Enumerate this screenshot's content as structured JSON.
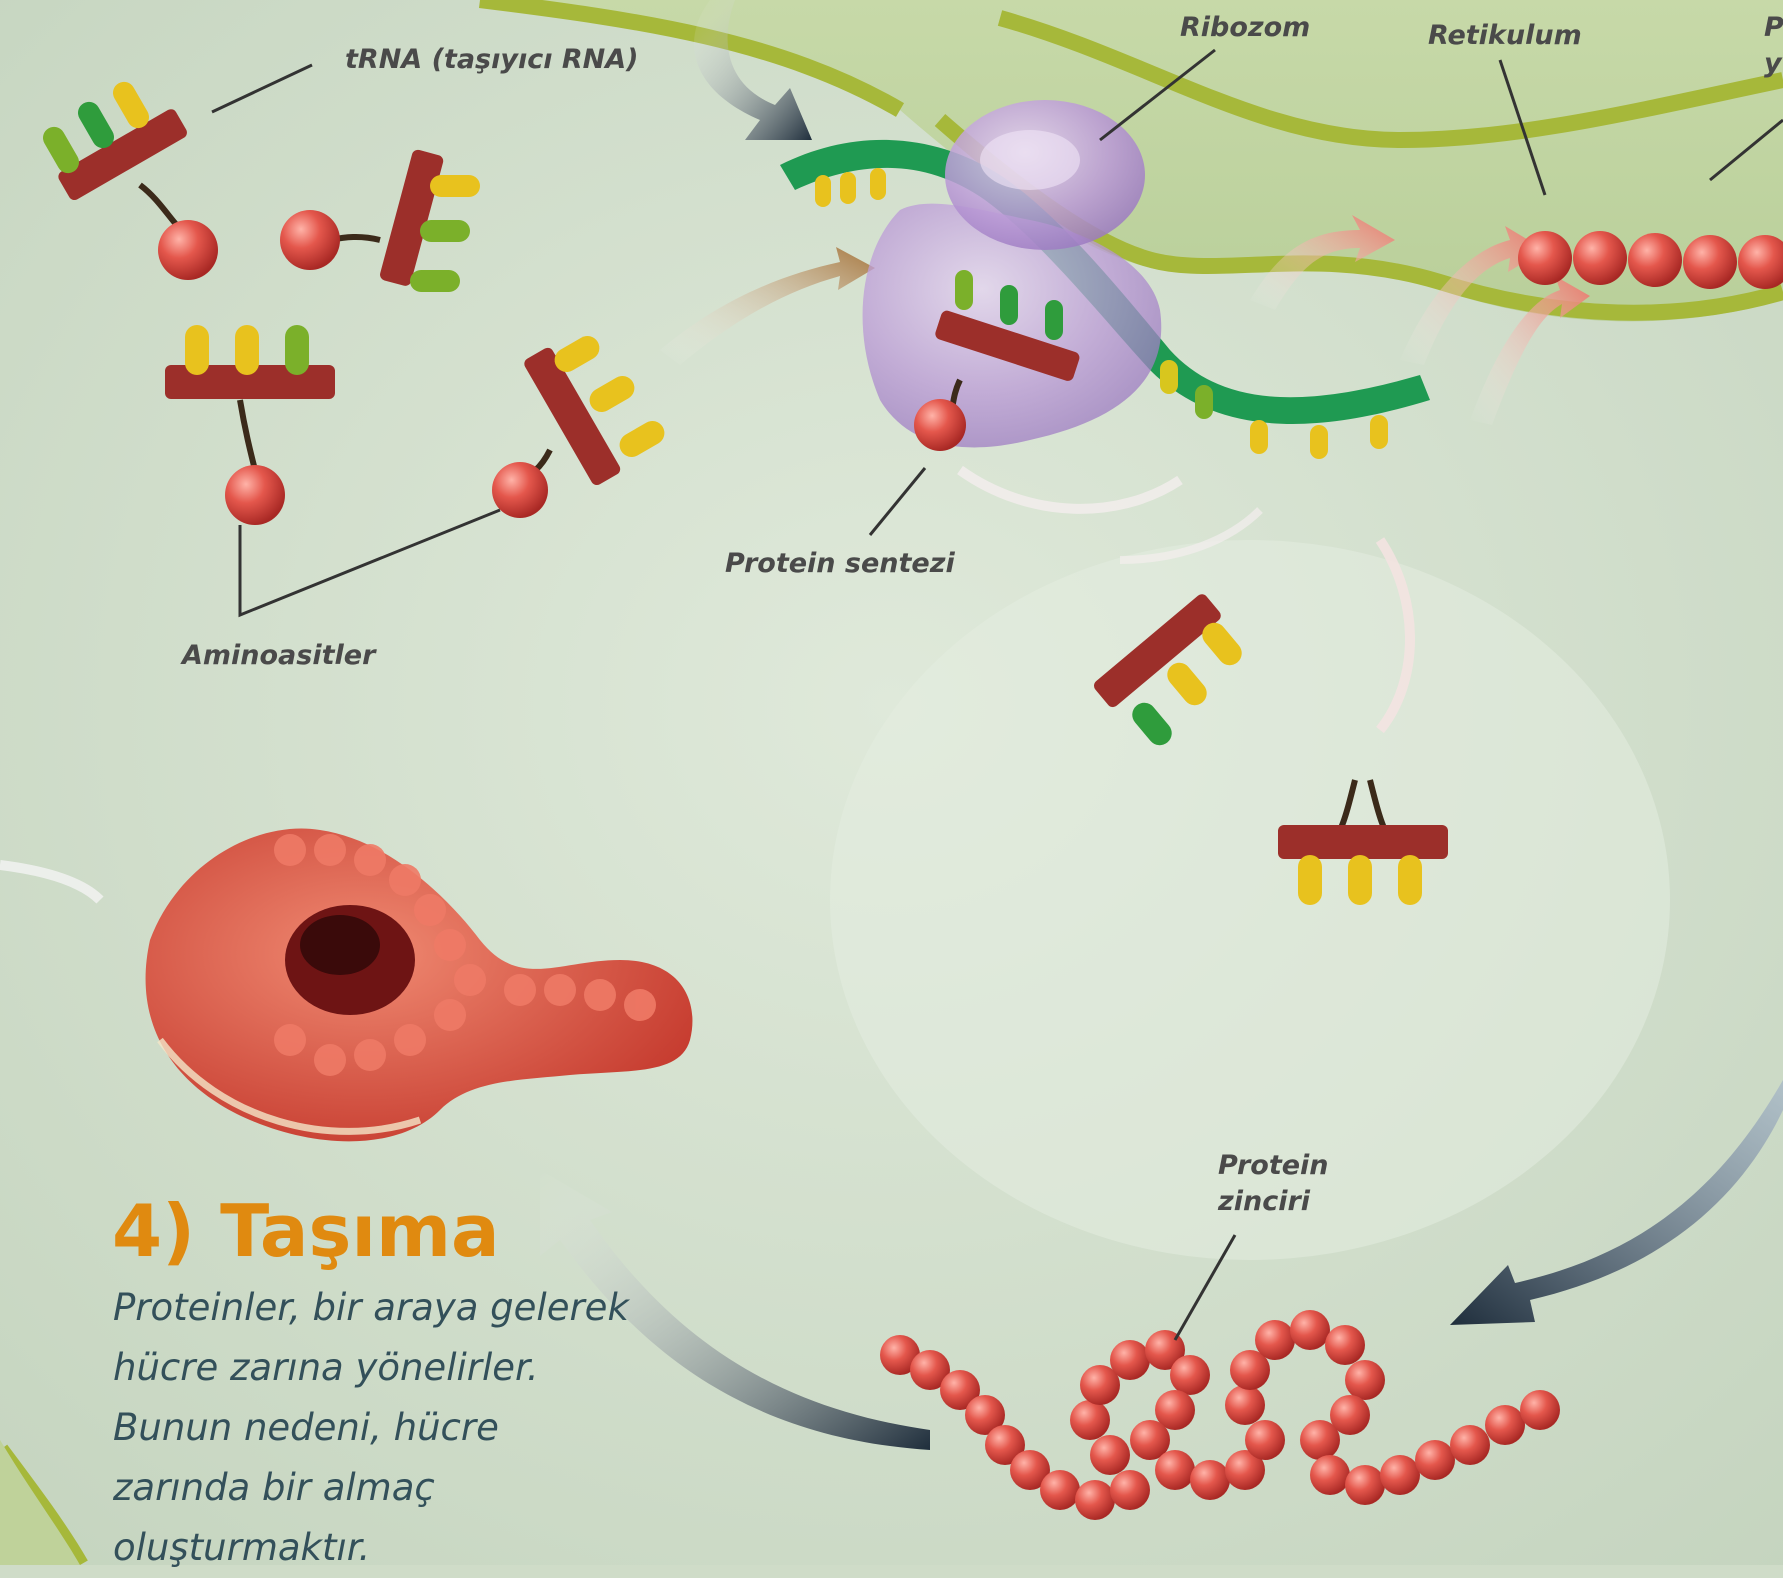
{
  "labels": {
    "ribozom": "Ribozom",
    "retikulum": "Retikulum",
    "trna": "tRNA (taşıyıcı RNA)",
    "protein_sentezi": "Protein sentezi",
    "aminoasitler": "Aminoasitler",
    "protein_zinciri": "Protein zinciri",
    "cut_p": "P",
    "cut_y": "y"
  },
  "section": {
    "heading": "4) Taşıma",
    "body": "Proteinler, bir araya gelerek hücre zarına yönelirler. Bunun nedeni, hücre zarında bir almaç oluşturmaktır."
  },
  "colors": {
    "background": "#cfdcc8",
    "membrane": "#a6b83a",
    "amino_acid": "#d9433b",
    "trna_band": "#9c2f2a",
    "mrna": "#1f9a52",
    "ribosome": "#b99ad6",
    "heading": "#e08a10",
    "body_text": "#33505a",
    "label_text": "#4a4a4a"
  }
}
